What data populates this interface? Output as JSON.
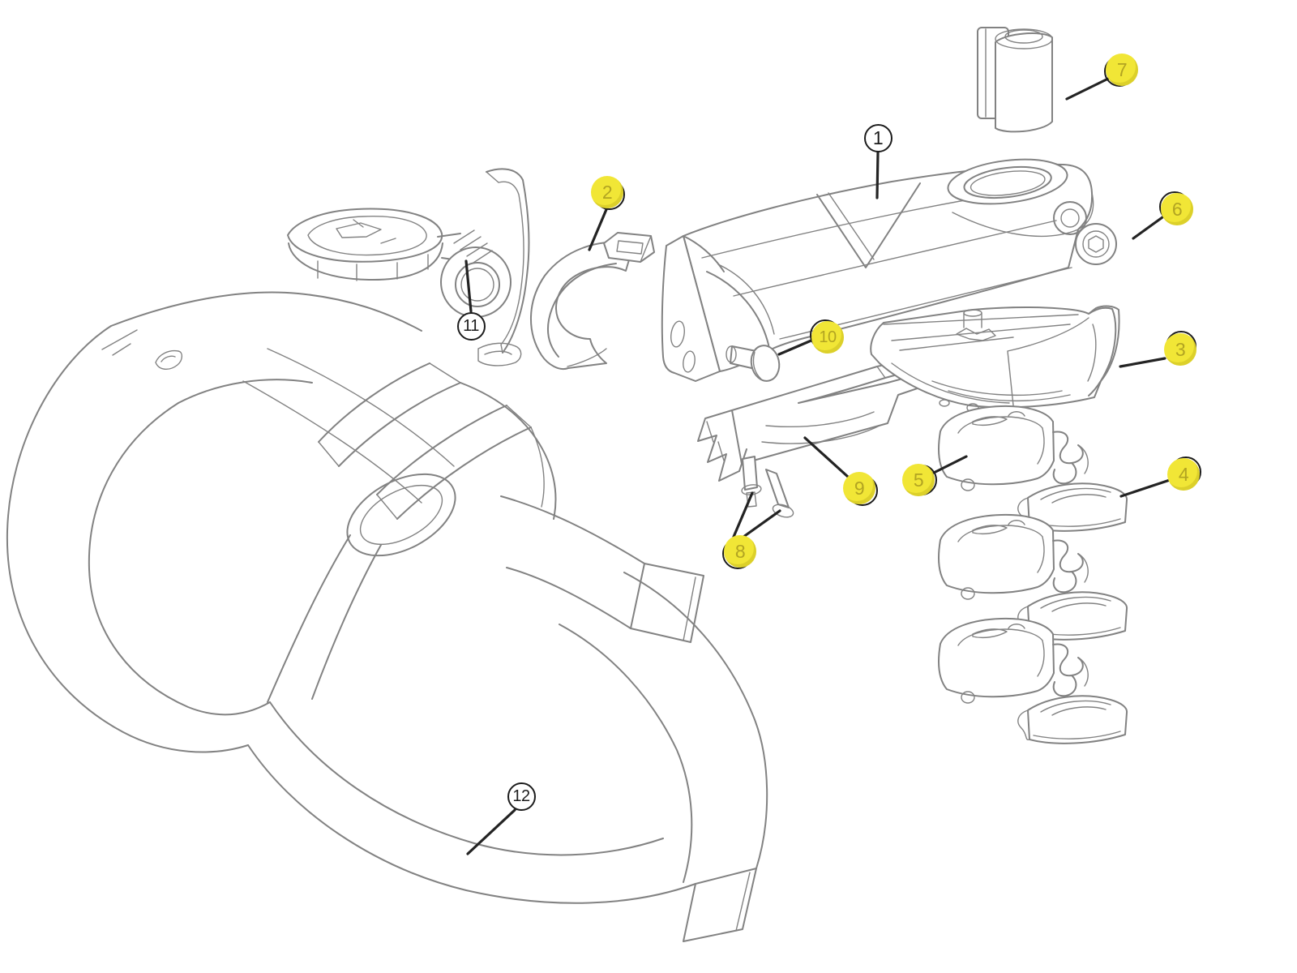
{
  "diagram": {
    "kind": "exploded-parts-line-drawing",
    "subject": "integrated handlebar and stem assembly"
  },
  "colors": {
    "line_art": "#828282",
    "leader_line": "#232323",
    "callout_highlight_fill": "#f1e636",
    "callout_highlight_number": "#b2a422",
    "callout_ring": "#1c1c1c",
    "callout_plain_fill": "#ffffff",
    "callout_plain_number": "#1c1c1c"
  },
  "callouts": [
    {
      "label": "1",
      "style": "plain"
    },
    {
      "label": "2",
      "style": "highlight"
    },
    {
      "label": "3",
      "style": "highlight"
    },
    {
      "label": "4",
      "style": "highlight"
    },
    {
      "label": "5",
      "style": "highlight"
    },
    {
      "label": "6",
      "style": "highlight"
    },
    {
      "label": "7",
      "style": "highlight"
    },
    {
      "label": "8",
      "style": "highlight"
    },
    {
      "label": "9",
      "style": "highlight"
    },
    {
      "label": "10",
      "style": "highlight"
    },
    {
      "label": "11",
      "style": "plain"
    },
    {
      "label": "12",
      "style": "plain"
    }
  ]
}
